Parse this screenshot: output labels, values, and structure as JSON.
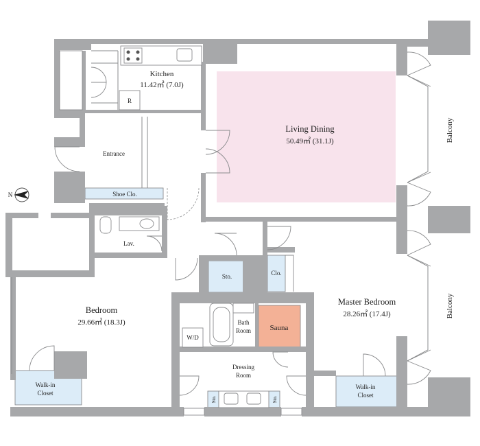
{
  "rooms": {
    "kitchen": {
      "name": "Kitchen",
      "area": "11.42㎡ (7.0J)"
    },
    "living_dining": {
      "name": "Living Dining",
      "area": "50.49㎡ (31.1J)"
    },
    "entrance": {
      "name": "Entrance"
    },
    "shoe_closet": {
      "name": "Shoe Clo."
    },
    "lavatory": {
      "name": "Lav."
    },
    "storage_center": {
      "name": "Sto."
    },
    "closet_center": {
      "name": "Clo."
    },
    "bedroom": {
      "name": "Bedroom",
      "area": "29.66㎡ (18.3J)"
    },
    "master_bedroom": {
      "name": "Master Bedroom",
      "area": "28.26㎡ (17.4J)"
    },
    "bath_room": {
      "line1": "Bath",
      "line2": "Room"
    },
    "sauna": {
      "name": "Sauna"
    },
    "washer_dryer": {
      "name": "W/D"
    },
    "dressing_room": {
      "line1": "Dressing",
      "line2": "Room"
    },
    "walk_in_closet_left": {
      "line1": "Walk-in",
      "line2": "Closet"
    },
    "walk_in_closet_right": {
      "line1": "Walk-in",
      "line2": "Closet"
    },
    "storage_left": {
      "name": "Sto."
    },
    "storage_right": {
      "name": "Sto."
    },
    "balcony_upper": {
      "name": "Balcony"
    },
    "balcony_lower": {
      "name": "Balcony"
    },
    "refrigerator": {
      "name": "R"
    }
  },
  "compass": {
    "label": "N"
  },
  "colors": {
    "wall": "#a7a8aa",
    "living_highlight": "#f8e3ec",
    "storage_blue": "#dcecf8",
    "sauna": "#f3b196"
  }
}
